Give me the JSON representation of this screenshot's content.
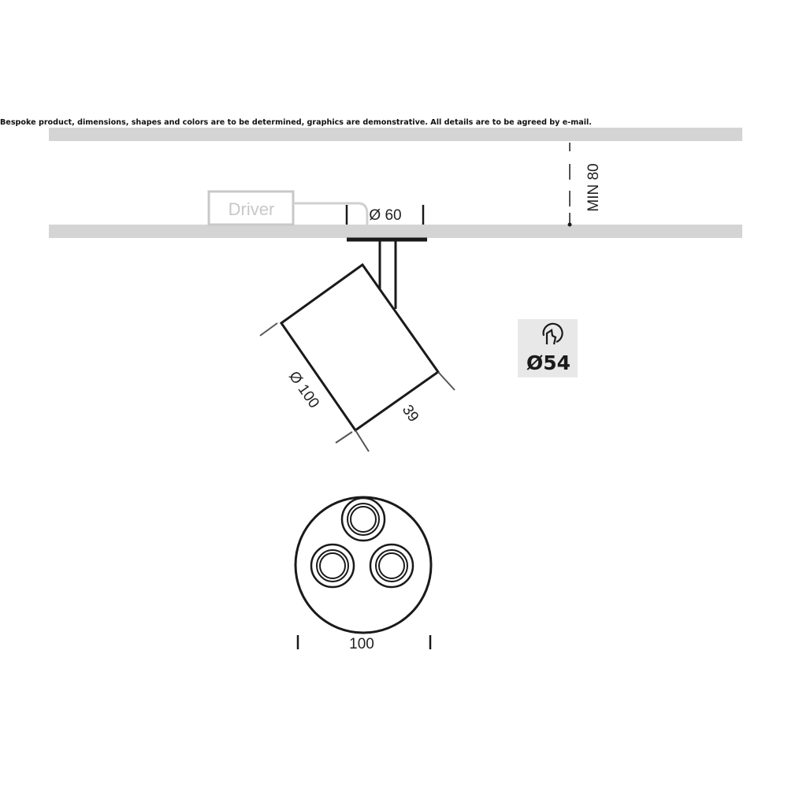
{
  "disclaimer": "Bespoke product, dimensions, shapes and colors are to be determined, graphics are demonstrative. All details are to be agreed by e-mail.",
  "driver_label": "Driver",
  "dimensions": {
    "mount_diameter": "Ø 60",
    "min_height": "MIN 80",
    "body_diameter": "Ø 100",
    "body_length": "39",
    "front_width": "100"
  },
  "cutout_badge": {
    "label": "Ø54",
    "icon": "cutout-hand-icon"
  },
  "colors": {
    "ceiling": "#d4d4d4",
    "line": "#1a1a1a",
    "driver": "#c8c8c8",
    "badge_bg": "#e8e8e8"
  }
}
